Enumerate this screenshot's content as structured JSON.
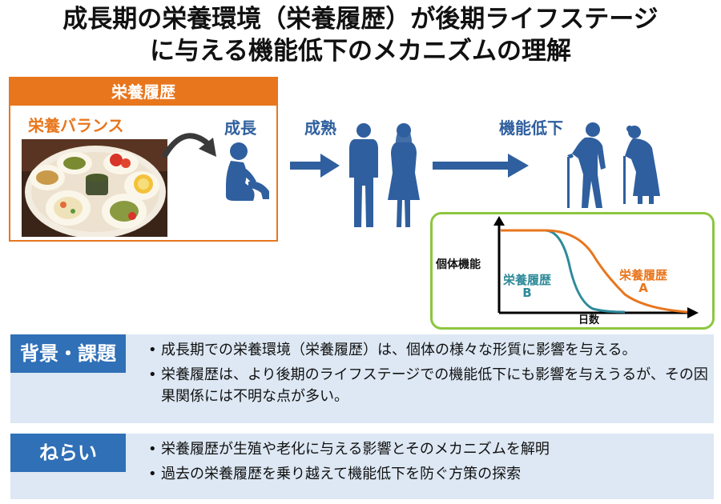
{
  "title": {
    "line1": "成長期の栄養環境（栄養履歴）が後期ライフステージ",
    "line2": "に与える機能低下のメカニズムの理解"
  },
  "nutrition": {
    "header": "栄養履歴",
    "balance": "栄養バランス"
  },
  "stages": {
    "growth": "成長",
    "maturity": "成熟",
    "decline": "機能低下"
  },
  "chart_data": {
    "type": "line",
    "ylabel": "個体機能",
    "xlabel": "日数",
    "series": [
      {
        "name": "栄養履歴\nB",
        "color": "#2e8a9a"
      },
      {
        "name": "栄養履歴\nA",
        "color": "#e8761d"
      }
    ]
  },
  "labels": {
    "series_b_line1": "栄養履歴",
    "series_b_line2": "B",
    "series_a_line1": "栄養履歴",
    "series_a_line2": "A"
  },
  "background": {
    "tag": "背景・課題",
    "items": [
      "成長期での栄養環境（栄養履歴）は、個体の様々な形質に影響を与える。",
      "栄養履歴は、より後期のライフステージでの機能低下にも影響を与えうるが、その因果関係には不明な点が多い。"
    ]
  },
  "aims": {
    "tag": "ねらい",
    "items": [
      "栄養履歴が生殖や老化に与える影響とそのメカニズムを解明",
      "過去の栄養履歴を乗り越えて機能低下を防ぐ方策の探索"
    ]
  },
  "colors": {
    "orange": "#e8761d",
    "blue": "#2f5f9e",
    "teal": "#2e8a9a",
    "green": "#8dc63f",
    "panel": "#dde8f4",
    "tag": "#2f70b7"
  }
}
